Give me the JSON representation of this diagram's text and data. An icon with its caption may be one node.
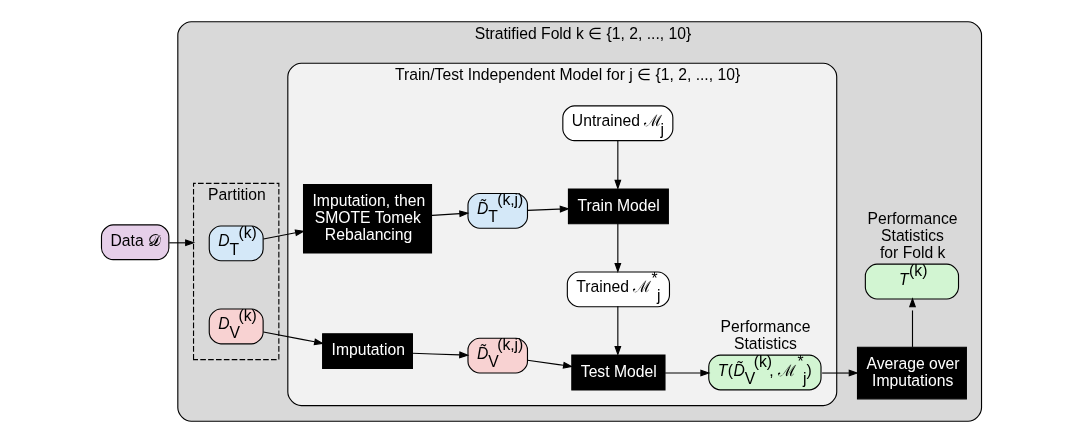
{
  "diagram": {
    "nodes": [
      {
        "text": [
          "Stratified Fold k ∈ {1, 2, ..., 10}"
        ]
      },
      {
        "text": [
          "Data 𝒟"
        ]
      },
      {
        "text": [
          "Partition"
        ],
        "in": 0
      },
      {
        "text": [
          "*D*$_{T}$$^{(k)}$"
        ],
        "in": 2
      },
      {
        "text": [
          "*D*$_{V}$$^{(k)}$"
        ],
        "in": 2
      },
      {
        "text": [
          "Train/Test Independent Model for j ∈ {1, 2, ..., 10}"
        ],
        "in": 0
      },
      {
        "text": [
          "Imputation, then SMOTE Tomek Rebalancing"
        ],
        "in": 5
      },
      {
        "text": [
          "*D̃*$_{T}$$^{(k,j)}$"
        ],
        "in": 5
      },
      {
        "text": [
          "Untrained ℳ$_{j}$"
        ],
        "in": 5
      },
      {
        "text": [
          "Train Model"
        ],
        "in": 5
      },
      {
        "text": [
          "Trained ℳ$^{*}$$_{j}$"
        ],
        "in": 5
      },
      {
        "text": [
          "Imputation"
        ],
        "in": 5
      },
      {
        "text": [
          "*D̃*$_{V}$$^{(k,j)}$"
        ],
        "in": 5
      },
      {
        "text": [
          "Test Model"
        ],
        "in": 5
      },
      {
        "text": [
          "*T*(*D̃*$_{V}$$^{(k)}$, ℳ$^{*}$$_{j}$)"
        ],
        "in": 5,
        "beside": [
          "Performance Statistics"
        ]
      },
      {
        "text": [
          "Average over Imputations"
        ],
        "in": 0
      },
      {
        "text": [
          "*T*$^{(k)}$"
        ],
        "in": 0,
        "beside": [
          "Performance Statistics for Fold k"
        ]
      }
    ],
    "edges": [
      {
        "from": 1,
        "to": 2,
        "arrow": "to"
      },
      {
        "from": 3,
        "to": 6,
        "arrow": "to"
      },
      {
        "from": 6,
        "to": 7,
        "arrow": "to"
      },
      {
        "from": 7,
        "to": 9,
        "arrow": "to"
      },
      {
        "from": 8,
        "to": 9,
        "arrow": "to"
      },
      {
        "from": 9,
        "to": 10,
        "arrow": "to"
      },
      {
        "from": 10,
        "to": 13,
        "arrow": "to"
      },
      {
        "from": 4,
        "to": 11,
        "arrow": "to"
      },
      {
        "from": 11,
        "to": 12,
        "arrow": "to"
      },
      {
        "from": 12,
        "to": 13,
        "arrow": "to"
      },
      {
        "from": 13,
        "to": 14,
        "arrow": "to"
      },
      {
        "from": 14,
        "to": 15,
        "arrow": "to"
      },
      {
        "from": 15,
        "to": 16,
        "arrow": "to"
      }
    ]
  }
}
